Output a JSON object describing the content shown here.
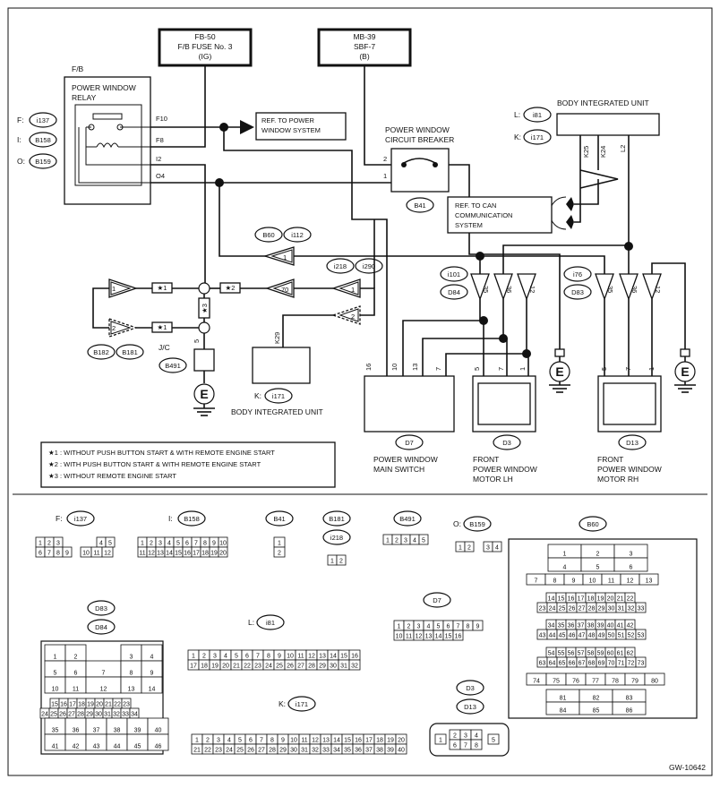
{
  "top_fuses": {
    "fb50": {
      "id": "FB-50",
      "name": "F/B FUSE No. 3",
      "sub": "(IG)"
    },
    "mb39": {
      "id": "MB-39",
      "name": "SBF-7",
      "sub": "(B)"
    }
  },
  "relay": {
    "box_title": "F/B",
    "title1": "POWER WINDOW",
    "title2": "RELAY",
    "pins": [
      "F10",
      "F8",
      "I2",
      "O4"
    ],
    "connectors": [
      {
        "prefix": "F:",
        "code": "i137"
      },
      {
        "prefix": "I:",
        "code": "B158"
      },
      {
        "prefix": "O:",
        "code": "B159"
      }
    ]
  },
  "ref_power_window": {
    "line1": "REF. TO POWER",
    "line2": "WINDOW SYSTEM"
  },
  "circuit_breaker": {
    "line1": "POWER WINDOW",
    "line2": "CIRCUIT BREAKER",
    "pin_top": "2",
    "pin_bottom": "1",
    "code": "B41"
  },
  "biu_top": {
    "title": "BODY INTEGRATED UNIT",
    "conn_l_prefix": "L:",
    "conn_l": "i81",
    "conn_k_prefix": "K:",
    "conn_k": "i171",
    "pins": [
      "K25",
      "K24",
      "L2"
    ]
  },
  "ref_can": {
    "line1": "REF. TO CAN",
    "line2": "COMMUNICATION",
    "line3": "SYSTEM"
  },
  "connectors_mid": {
    "b60": "B60",
    "i112": "i112",
    "i218": "i218",
    "i290": "i290",
    "pin1": "1",
    "pin70": "70",
    "pin1b": "1",
    "pin2": "2"
  },
  "left_circuit": {
    "star1a": "★1",
    "star1b": "★1",
    "star2": "★2",
    "star3": "★3",
    "pin1": "1",
    "pin2": "2",
    "b182": "B182",
    "b181": "B181",
    "jc": "J/C",
    "b491": "B491",
    "pin5": "5",
    "ground": "E"
  },
  "biu_lower": {
    "pin": "K29",
    "conn_prefix": "K:",
    "conn": "i171",
    "label": "BODY INTEGRATED UNIT"
  },
  "lh_group": {
    "c1": "i101",
    "c2": "D84",
    "pins": [
      "35",
      "36",
      "12"
    ]
  },
  "rh_group": {
    "c1": "i76",
    "c2": "D83",
    "pins": [
      "35",
      "36",
      "12"
    ]
  },
  "main_switch": {
    "pins": [
      "16",
      "10",
      "13",
      "7"
    ],
    "code": "D7",
    "line1": "POWER WINDOW",
    "line2": "MAIN SWITCH"
  },
  "motor_lh": {
    "pins": [
      "5",
      "7",
      "1"
    ],
    "code": "D3",
    "line1": "FRONT",
    "line2": "POWER WINDOW",
    "line3": "MOTOR LH"
  },
  "motor_rh": {
    "pins": [
      "5",
      "7",
      "1"
    ],
    "code": "D13",
    "line1": "FRONT",
    "line2": "POWER WINDOW",
    "line3": "MOTOR RH"
  },
  "ground_label": "E",
  "legend": [
    "★1 : WITHOUT PUSH BUTTON START & WITH REMOTE ENGINE START",
    "★2 : WITH PUSH BUTTON START & WITH REMOTE ENGINE START",
    "★3 : WITHOUT REMOTE ENGINE START"
  ],
  "conn_views": {
    "f_prefix": "F:",
    "f": "i137",
    "i_prefix": "I:",
    "i": "B158",
    "b41": "B41",
    "b181": "B181",
    "i218": "i218",
    "b491": "B491",
    "o_prefix": "O:",
    "b159": "B159",
    "b60": "B60",
    "d83": "D83",
    "d84": "D84",
    "l_prefix": "L:",
    "i81": "i81",
    "d7": "D7",
    "k_prefix": "K:",
    "i171": "i171",
    "d3": "D3",
    "d13": "D13"
  },
  "footer_code": "GW-10642"
}
